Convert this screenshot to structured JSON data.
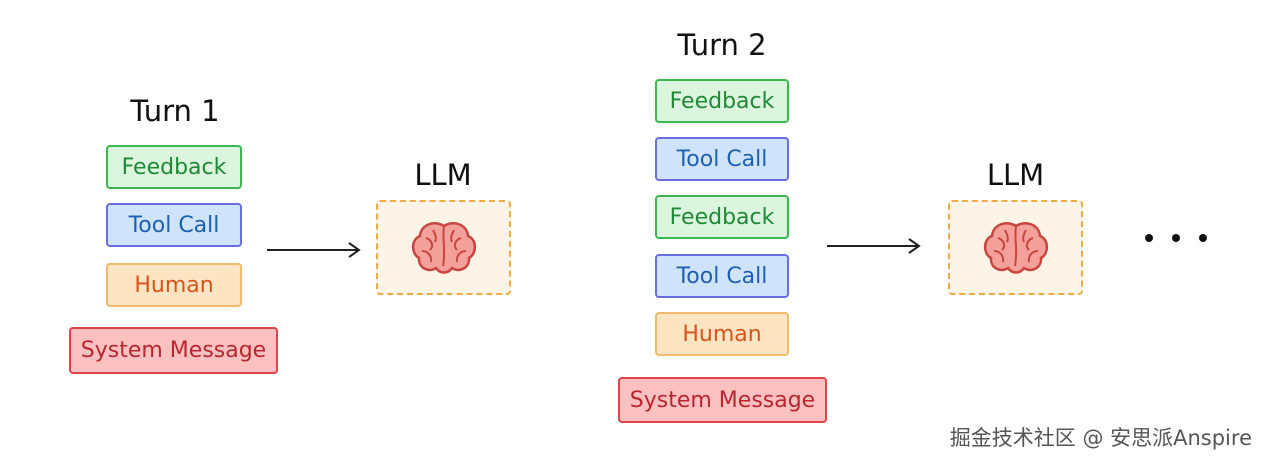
{
  "turn1": {
    "title": "Turn 1",
    "messages": [
      "Feedback",
      "Tool Call",
      "Human",
      "System Message"
    ]
  },
  "turn2": {
    "title": "Turn 2",
    "messages": [
      "Feedback",
      "Tool Call",
      "Feedback",
      "Tool Call",
      "Human",
      "System Message"
    ]
  },
  "llm1": {
    "label": "LLM",
    "icon": "brain-icon"
  },
  "llm2": {
    "label": "LLM",
    "icon": "brain-icon"
  },
  "continuation": "ellipsis-icon",
  "watermark": "掘金技术社区 @ 安思派Anspire",
  "colors": {
    "feedback": "#3bb84e",
    "tool_call": "#6b6ee0",
    "human": "#f2ba6a",
    "system_message": "#e0444b",
    "llm_border": "#f0ac42"
  }
}
